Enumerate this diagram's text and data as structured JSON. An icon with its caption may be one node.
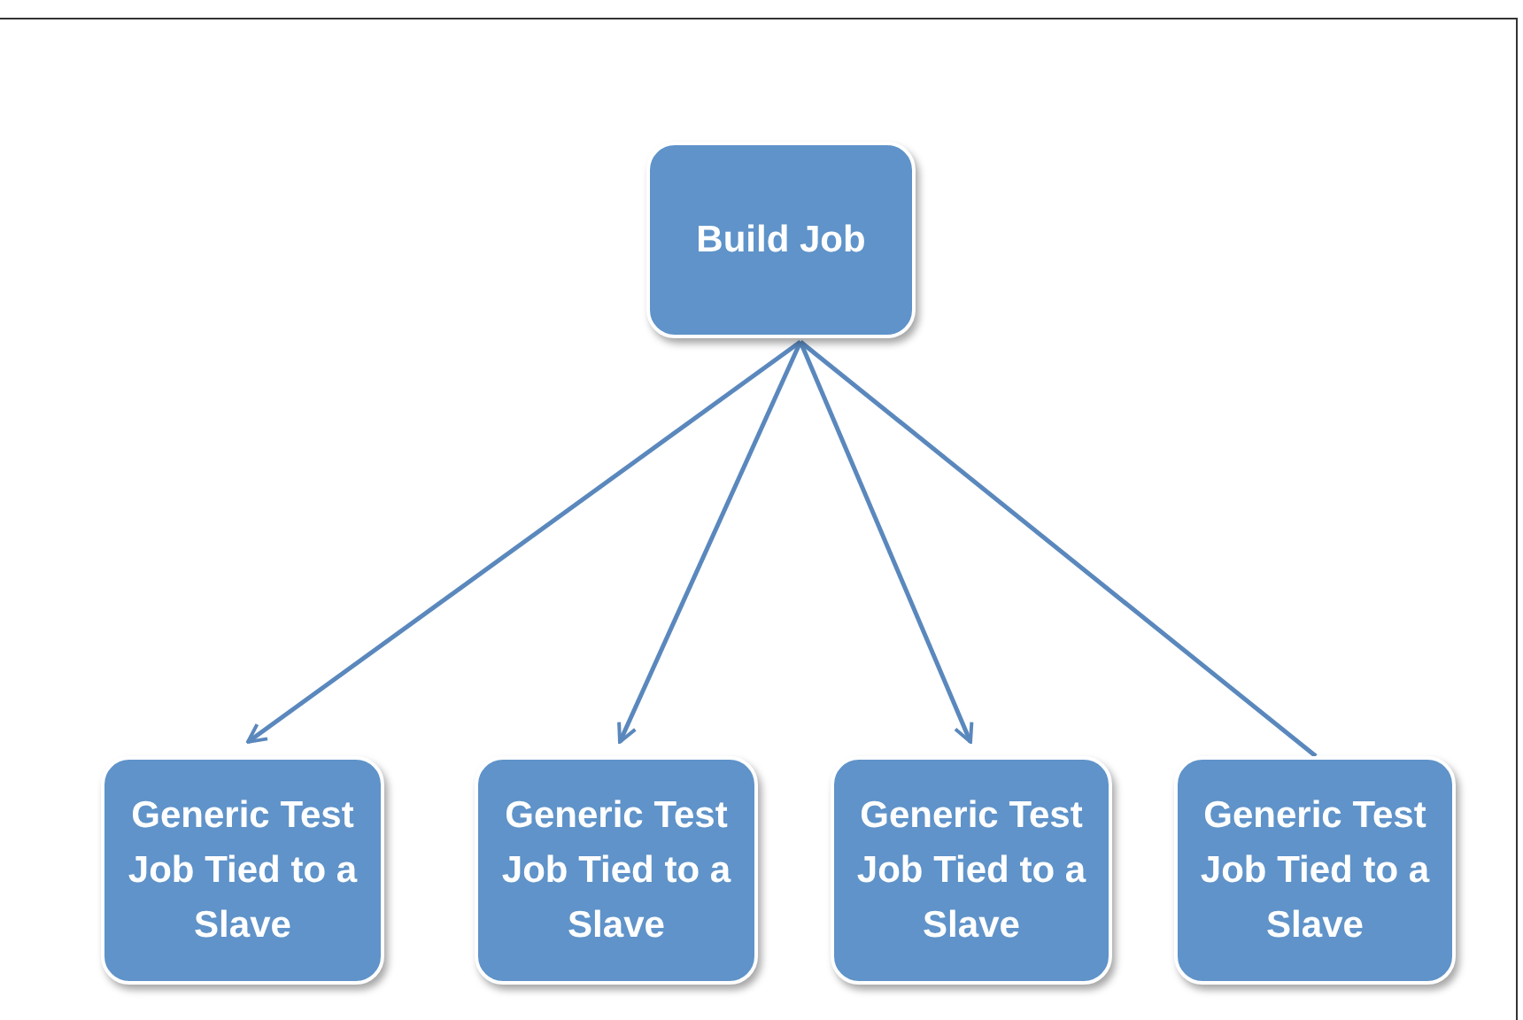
{
  "diagram": {
    "nodes": [
      {
        "text": [
          "Build Job"
        ]
      },
      {
        "text": [
          "Generic Test Job Tied to a Slave"
        ]
      },
      {
        "text": [
          "Generic Test Job Tied to a Slave"
        ]
      },
      {
        "text": [
          "Generic Test Job Tied to a Slave"
        ]
      },
      {
        "text": [
          "Generic Test Job Tied to a Slave"
        ]
      }
    ],
    "edges": [
      {
        "from": 0,
        "to": 1,
        "arrow": "to"
      },
      {
        "from": 0,
        "to": 2,
        "arrow": "to"
      },
      {
        "from": 0,
        "to": 3,
        "arrow": "to"
      },
      {
        "from": 0,
        "to": 4,
        "arrow": "none"
      }
    ]
  }
}
